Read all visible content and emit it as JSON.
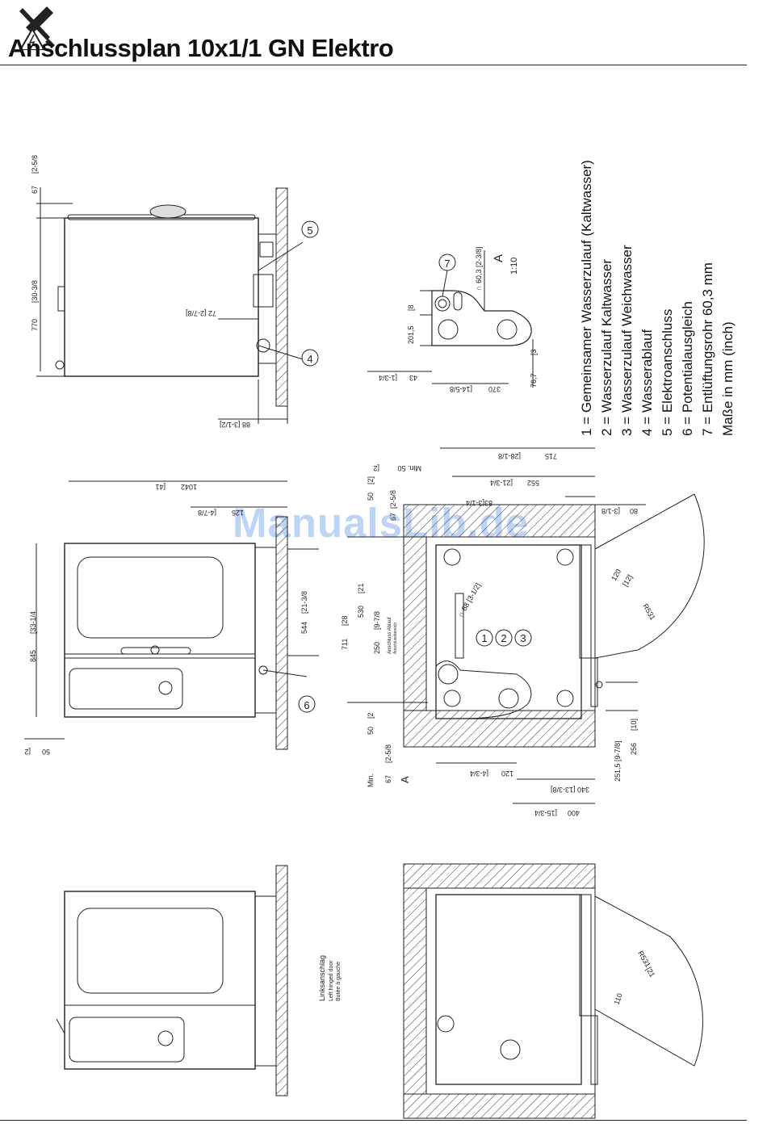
{
  "header": {
    "title": "Anschlussplan 10x1/1 GN Elektro",
    "icon": "wrench-screwdriver-icon"
  },
  "watermark": "ManualsLib.de",
  "legend": [
    "1 = Gemeinsamer Wasserzulauf (Kaltwasser)",
    "2 = Wasserzulauf Kaltwasser",
    "3 = Wasserzulauf Weichwasser",
    "4 = Wasserablauf",
    "5 = Elektroanschluss",
    "6 = Potentialausgleich",
    "7 = Entlüftungsrohr 60,3 mm",
    "Maße in mm (inch)"
  ],
  "callouts": {
    "c1": "1",
    "c2": "2",
    "c3": "3",
    "c4": "4",
    "c5": "5",
    "c6": "6",
    "c7": "7"
  },
  "views": {
    "detail_a": {
      "label": "A",
      "scale": "1:10"
    },
    "section_a": "A",
    "left_hinge": {
      "de": "Linksanschlag",
      "en": "Left hinged door",
      "fr": "Butée à gauche"
    },
    "drain": {
      "de": "Anschluss Ablauf",
      "sub": "Anschlussbereich"
    }
  },
  "dims": {
    "d67": "67",
    "d2_58": "[2-5/8",
    "d770": "770",
    "d30_38": "[30-3/8",
    "d72": "72 [2-7/8]",
    "d88": "88 [3-1/2]",
    "d60_3": "∩ 60,3 [2-3/8]",
    "d8": "[8",
    "d201": "201,5",
    "d43": "43",
    "d1_34": "[1-3/4",
    "d370": "370",
    "d14_58": "[14-5/8",
    "d3": "[3",
    "d76": "76,7",
    "d1042": "1042",
    "d41": "[41",
    "d125": "125",
    "d4_78": "[4-7/8",
    "d845": "845",
    "d33_14": "[33-1/4",
    "d544": "544",
    "d21_38": "[21-3/8",
    "d50a": "50",
    "d2a": "[2",
    "d715": "715",
    "d28_18": "[28-1/8",
    "dmin50": "Min. 50",
    "d2b": "[2",
    "d552": "552",
    "d21_34": "[21-3/4",
    "d83": "83",
    "d3_14": "[3-1/4",
    "d80": "80",
    "d3_18": "[3-1/8",
    "d50b": "50",
    "d2c": "[2]",
    "d67b": "67",
    "d2_58b": "[2-5/8",
    "d711": "711",
    "d28": "[28",
    "d530": "530",
    "d21": "[21",
    "d250": "250",
    "d9_78": "[9-7/8",
    "d88b": "∩ 88 [3-1/2]",
    "d120a": "120",
    "d12": "[12]",
    "dR531": "R531",
    "d50c": "50",
    "d2d": "[2",
    "dmin": "Min.",
    "d67c": "67",
    "d2_58c": "[2-5/8",
    "d120b": "120",
    "d4_34": "[4-3/4",
    "d340": "340 [13-3/8]",
    "d400": "400",
    "d15_34": "[15-3/4",
    "d10": "[10]",
    "d256": "256",
    "d251": "251,5 [9-7/8]",
    "dR531b": "R531",
    "d21b": "[21",
    "d110": "110"
  }
}
